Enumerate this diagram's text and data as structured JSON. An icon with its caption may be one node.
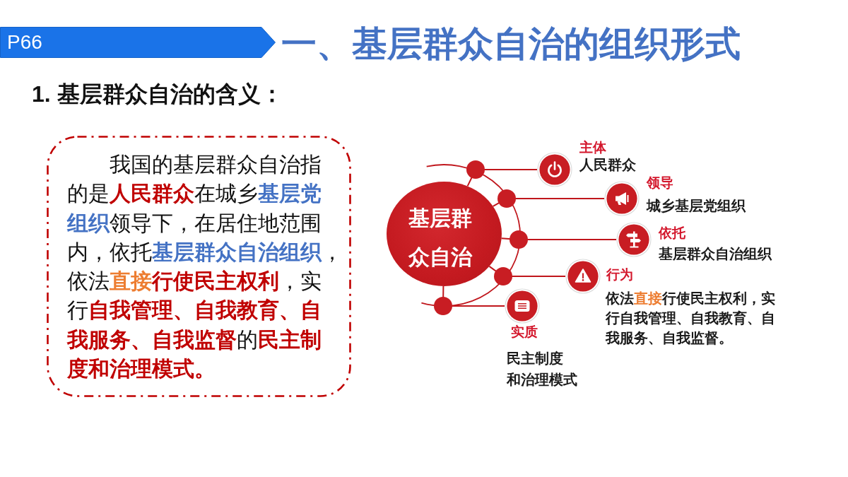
{
  "diagram": {
    "title": "一、基层群众自治的组织形式",
    "nodes": [
      {
        "text": [
          "P66"
        ]
      },
      {
        "text": [
          "我国的基层群众自治指的是**人民群众**在城乡**基层党组织**领导下，在居住地范围内，依托**基层群众自治组织**，依法**直接****行使民主权利**，实行**自我管理、自我教育、自我服务、自我监督**的**民主制度和治理模式。**"
        ]
      },
      {
        "text": [
          "基层群众自治"
        ]
      },
      {
        "text": [
          "主体",
          "人民群众"
        ]
      },
      {
        "text": [
          "领导",
          "城乡基层党组织"
        ]
      },
      {
        "text": [
          "依托",
          "基层群众自治组织"
        ]
      },
      {
        "text": [
          "行为",
          "依法**直接**行使民主权利，实行自我管理、自我教育、自我服务、自我监督。"
        ]
      },
      {
        "text": [
          "实质",
          "民主制度和治理模式"
        ]
      }
    ],
    "edges": [
      {
        "from": 2,
        "to": 3,
        "arrow": "none"
      },
      {
        "from": 2,
        "to": 4,
        "arrow": "none"
      },
      {
        "from": 2,
        "to": 5,
        "arrow": "none"
      },
      {
        "from": 2,
        "to": 6,
        "arrow": "none"
      },
      {
        "from": 2,
        "to": 7,
        "arrow": "none"
      }
    ],
    "labels": [
      "1. 基层群众自治的含义："
    ]
  }
}
